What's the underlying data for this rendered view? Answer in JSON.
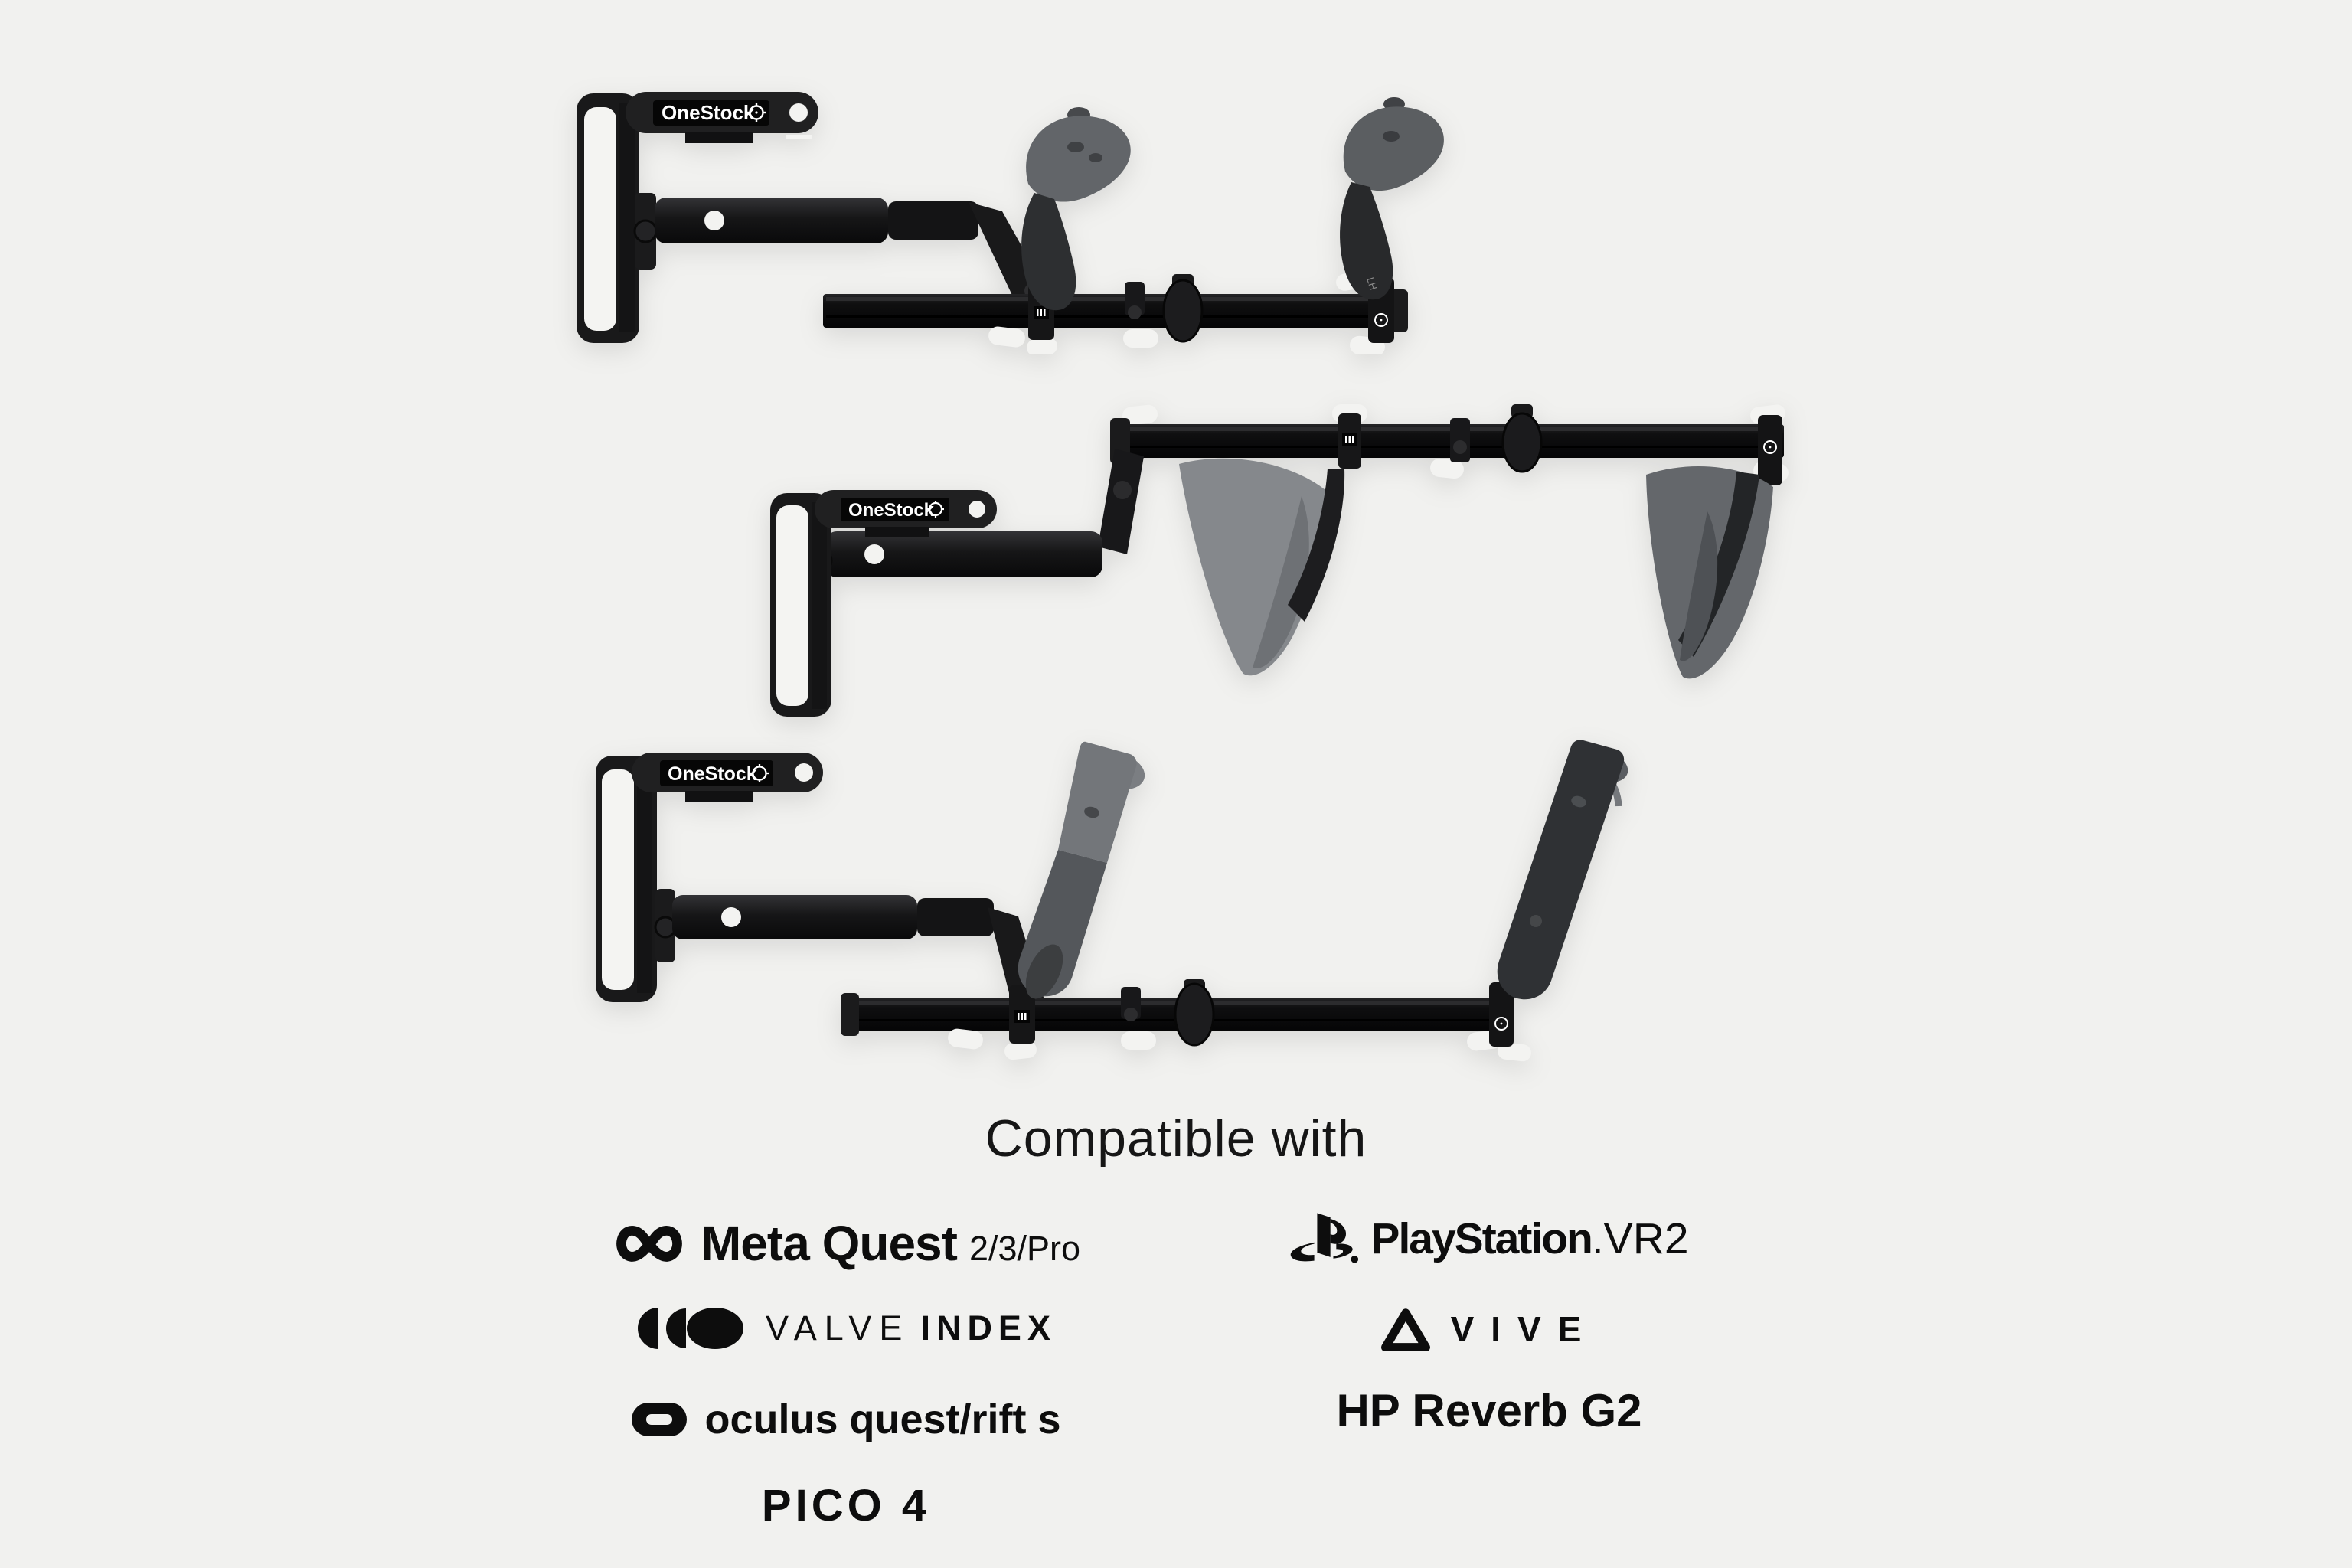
{
  "colors": {
    "background": "#f1f1ef",
    "text": "#0d0d0d",
    "product_black": "#141415",
    "pad_white": "#f4f4f2",
    "controller_gray": "#7d8084"
  },
  "product": {
    "brand_plate_label": "OneStock",
    "mount_marking": "LH",
    "renders": [
      {
        "plate_label": "OneStock"
      },
      {
        "plate_label": "OneStock"
      },
      {
        "plate_label": "OneStock"
      }
    ]
  },
  "compatibility": {
    "heading": "Compatible with",
    "brands": {
      "meta_quest": {
        "name": "Meta Quest",
        "models": "2/3/Pro"
      },
      "playstation": {
        "name": "PlayStation",
        "models": ".VR2"
      },
      "valve_index": {
        "name": "VALVE",
        "models": "INDEX"
      },
      "vive": {
        "name": "VIVE"
      },
      "oculus": {
        "name": "oculus quest/rift s"
      },
      "hp_reverb": {
        "name": "HP Reverb G2"
      },
      "pico": {
        "name": "PICO 4"
      }
    }
  }
}
